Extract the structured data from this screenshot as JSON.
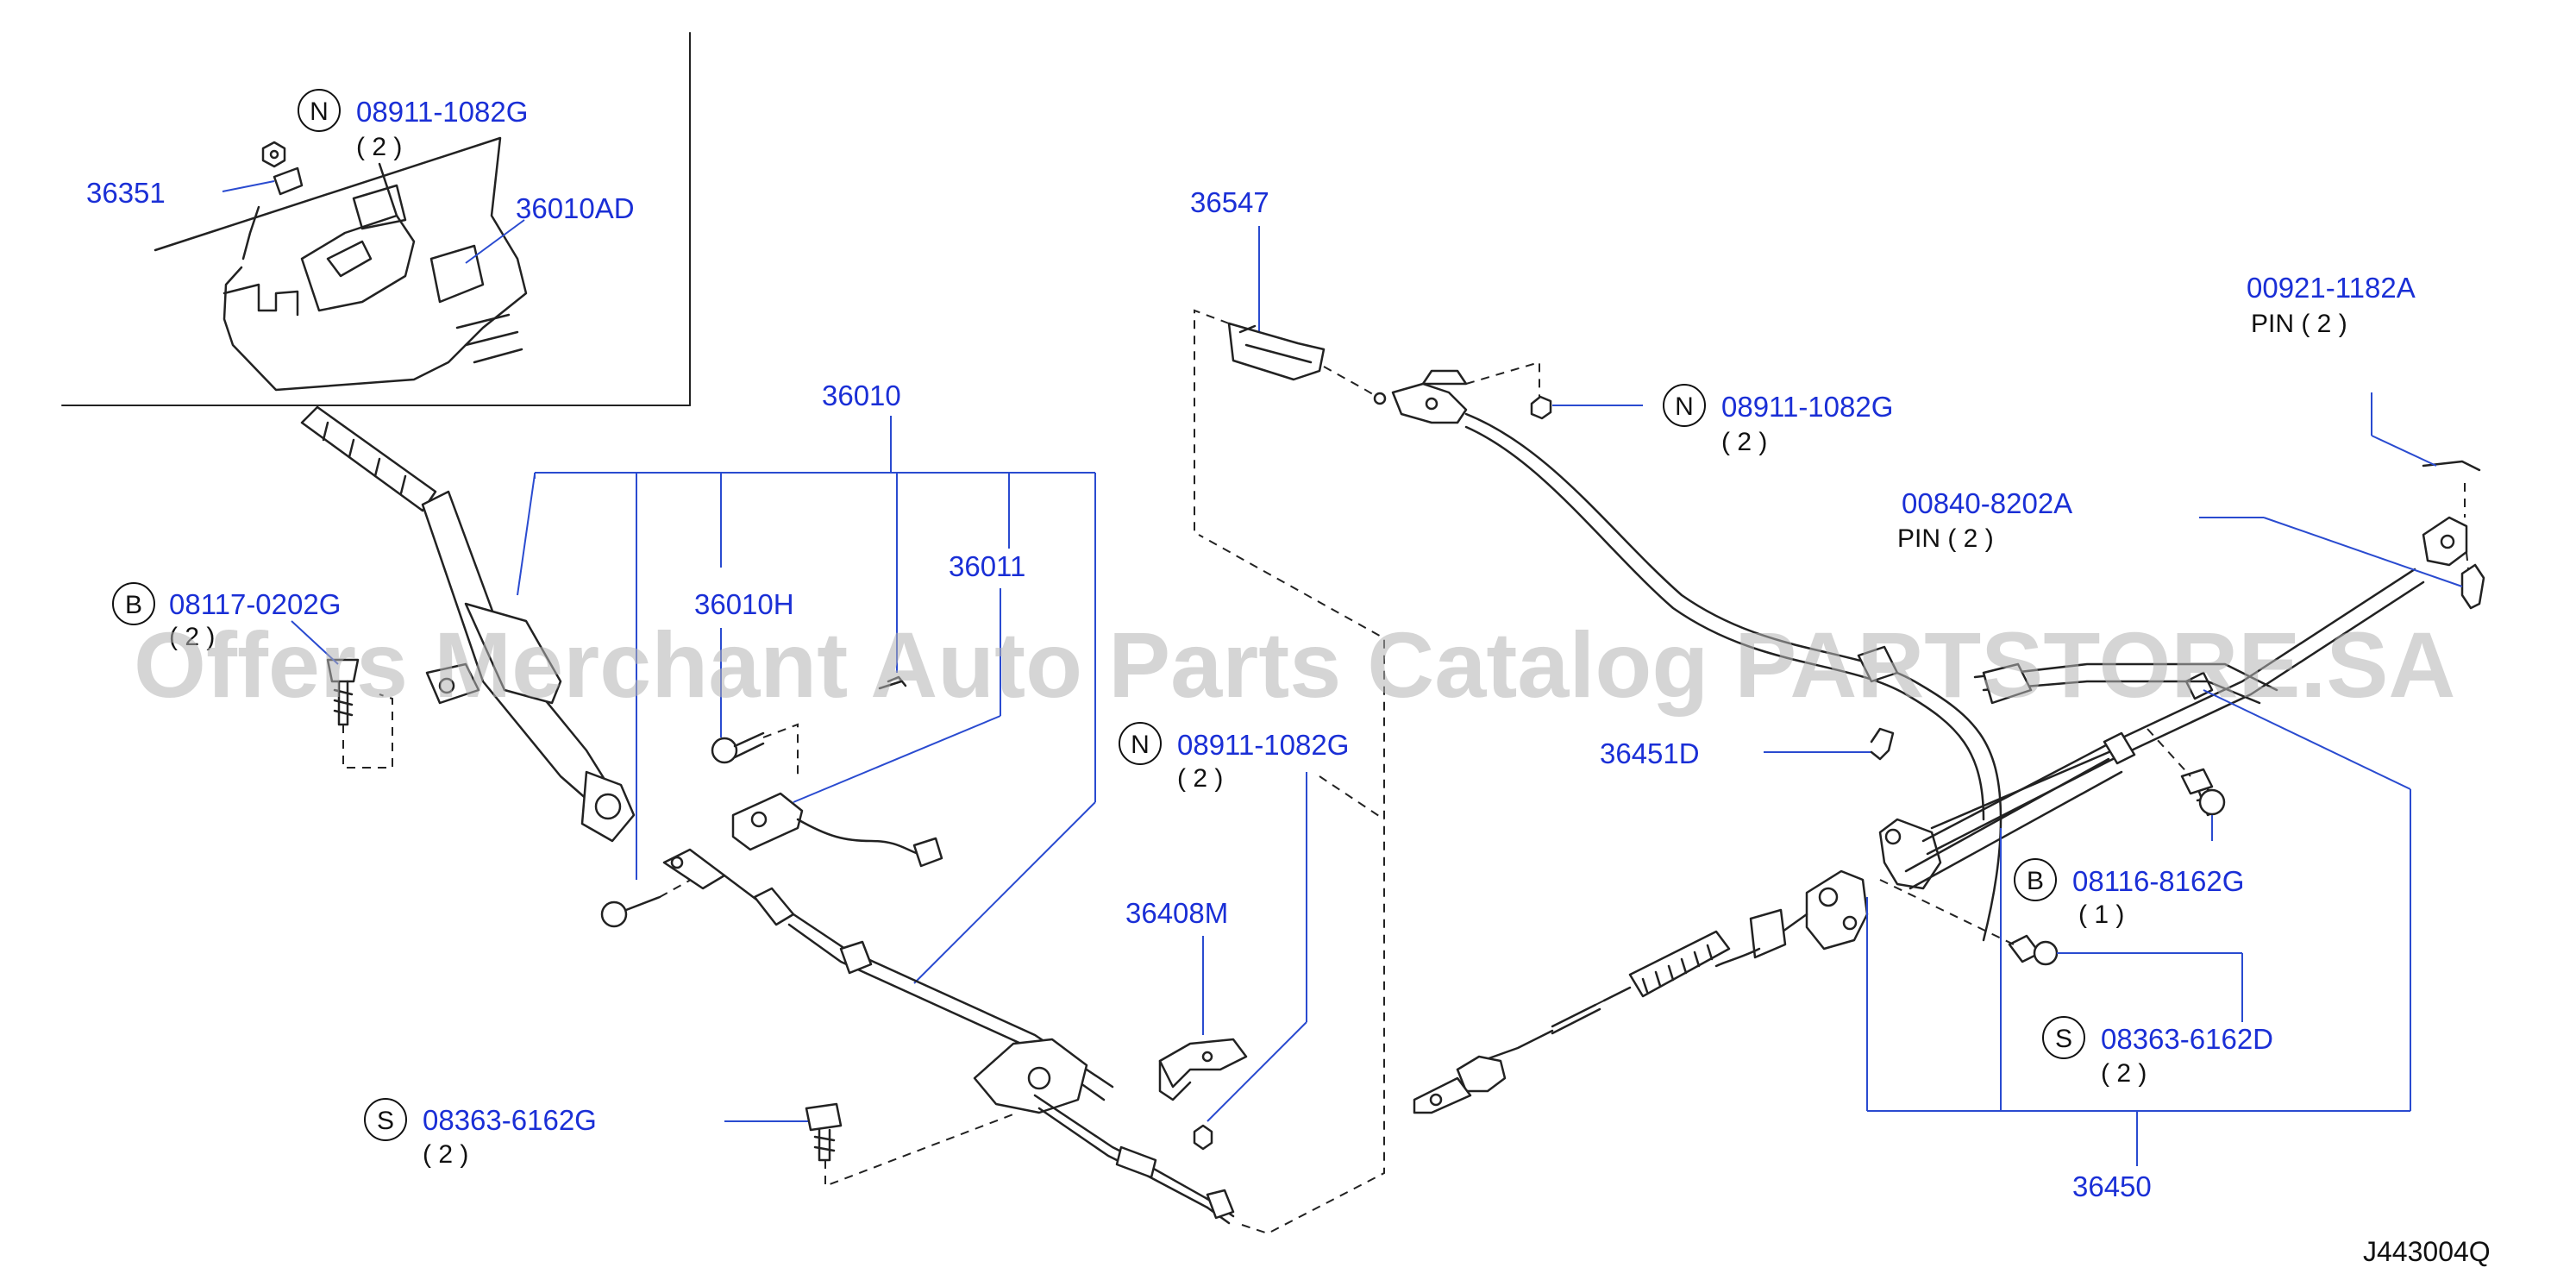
{
  "watermark": "Offers Merchant Auto Parts Catalog PARTSTORE.SA",
  "diagram_code": "J443004Q",
  "callouts": {
    "p36351": "36351",
    "p36010AD": "36010AD",
    "p08911_inset": "08911-1082G",
    "q08911_inset": "( 2 )",
    "s08911_inset": "N",
    "p36010": "36010",
    "p36010H": "36010H",
    "p36011": "36011",
    "p08117": "08117-0202G",
    "q08117": "( 2 )",
    "s08117": "B",
    "p08911_mid": "08911-1082G",
    "q08911_mid": "( 2 )",
    "s08911_mid": "N",
    "p36408M": "36408M",
    "p08363G": "08363-6162G",
    "q08363G": "( 2 )",
    "s08363G": "S",
    "p36547": "36547",
    "p08911_top": "08911-1082G",
    "q08911_top": "( 2 )",
    "s08911_top": "N",
    "p00921": "00921-1182A",
    "q00921": "PIN ( 2 )",
    "p00840": "00840-8202A",
    "q00840": "PIN ( 2 )",
    "p36451D": "36451D",
    "p08116": "08116-8162G",
    "q08116": "( 1 )",
    "s08116": "B",
    "p08363D": "08363-6162D",
    "q08363D": "( 2 )",
    "s08363D": "S",
    "p36450": "36450"
  }
}
